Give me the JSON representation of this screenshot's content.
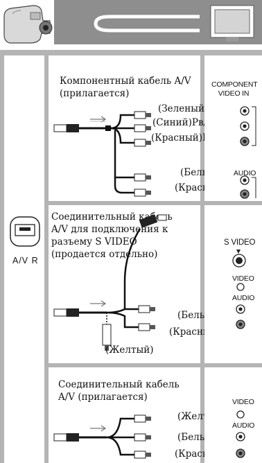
{
  "side_panel": {
    "port_label": "A/V R",
    "icon": "av-r-connector-icon"
  },
  "header": {
    "left_icon": "camcorder-icon",
    "middle_icon": "cable-icon",
    "right_icon": "tv-icon"
  },
  "sections": [
    {
      "cable_title": "Компонентный кабель A/V (прилагается)",
      "plug_labels": [
        "(Зеленый) Y",
        "(Синий)Pв/Cв",
        "(Красный)Pr/Cr",
        "(Белый)",
        "(Красный)"
      ],
      "tv_headings": [
        "COMPONENT VIDEO IN",
        "AUDIO"
      ]
    },
    {
      "cable_title": "Соединительный кабель A/V для подключения к разъему S VIDEO (продается отдельно)",
      "plug_labels": [
        "(Белый)",
        "(Красный)",
        "(Желтый)"
      ],
      "tv_headings": [
        "S VIDEO",
        "VIDEO",
        "AUDIO"
      ]
    },
    {
      "cable_title": "Соединительный кабель A/V (прилагается)",
      "plug_labels": [
        "(Желтый)",
        "(Белый)",
        "(Красный)"
      ],
      "tv_headings": [
        "VIDEO",
        "AUDIO"
      ]
    }
  ]
}
